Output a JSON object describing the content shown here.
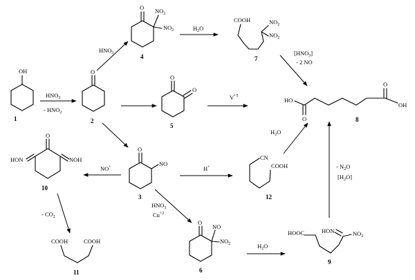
{
  "compounds": {
    "c1": {
      "number": "1",
      "groups": {
        "oh": "OH"
      }
    },
    "c2": {
      "number": "2"
    },
    "c3": {
      "number": "3",
      "groups": {
        "no": "NO"
      }
    },
    "c4": {
      "number": "4",
      "groups": {
        "no2a": "NO",
        "no2b": "NO"
      }
    },
    "c5": {
      "number": "5"
    },
    "c6": {
      "number": "6",
      "groups": {
        "no": "NO",
        "no2": "NO"
      }
    },
    "c7": {
      "number": "7",
      "groups": {
        "cooh": "COOH",
        "no2a": "NO",
        "no2b": "NO"
      }
    },
    "c8": {
      "number": "8",
      "groups": {
        "hoL": "HO",
        "ohR": "OH"
      }
    },
    "c9": {
      "number": "9",
      "groups": {
        "hooc": "HOOC",
        "hon": "HON",
        "no2": "NO"
      }
    },
    "c10": {
      "number": "10",
      "groups": {
        "hon": "HON",
        "noh": "NOH"
      }
    },
    "c11": {
      "number": "11",
      "groups": {
        "coohL": "COOH",
        "coohR": "COOH"
      }
    },
    "c12": {
      "number": "12",
      "groups": {
        "cn": "CN",
        "cooh": "COOH"
      }
    }
  },
  "subscripts": {
    "two": "2",
    "three": "3"
  },
  "superscripts": {
    "plus": "+",
    "v_charge": "+5",
    "cu_charge": "+2"
  },
  "reagents": {
    "hno3_1": "HNO",
    "minus_hno2": "- HNO",
    "hno3_2": "HNO",
    "h2o_4_7": "H",
    "o_suffix": "O",
    "hno3_bracket": "[HNO",
    "bracket_close": "]",
    "minus_2no": "- 2 NO",
    "vanadium": "V",
    "h2o_12": "H",
    "hplus": "H",
    "noplus": "NO",
    "minus_co2": "- CO",
    "hno3_3": "HNO",
    "copper": "Cu",
    "h2o_6_9": "H",
    "minus_n2o": "- N",
    "h2o_bracket": "[H",
    "h2o_bracket_close": "O]"
  }
}
